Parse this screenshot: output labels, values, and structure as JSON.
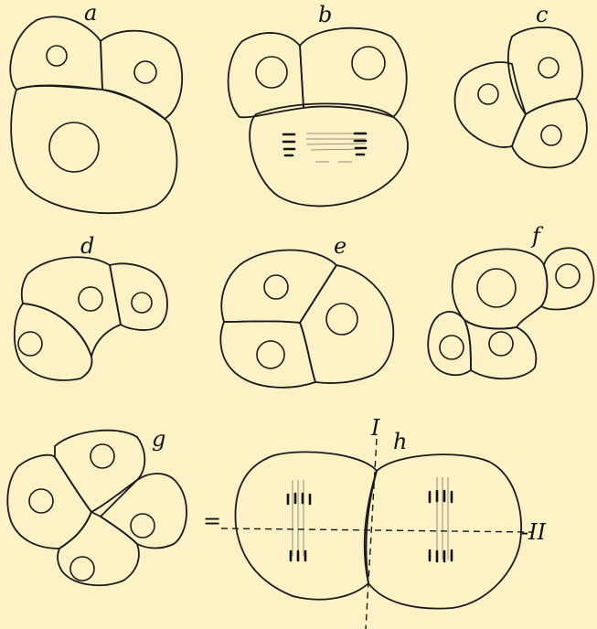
{
  "panels": [
    {
      "id": "a",
      "label": "a"
    },
    {
      "id": "b",
      "label": "b"
    },
    {
      "id": "c",
      "label": "c"
    },
    {
      "id": "d",
      "label": "d"
    },
    {
      "id": "e",
      "label": "e"
    },
    {
      "id": "f",
      "label": "f"
    },
    {
      "id": "g",
      "label": "g"
    },
    {
      "id": "h",
      "label": "h"
    }
  ],
  "axis_labels": {
    "vertical": "I",
    "horizontal": "-II"
  },
  "equals_sign": "="
}
